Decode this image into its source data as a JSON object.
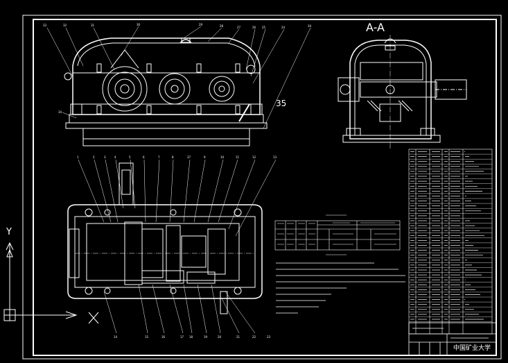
{
  "drawing": {
    "section_title": "A-A",
    "section_marker": "35",
    "ucs_x": "X",
    "ucs_y": "Y",
    "front_view_callouts": [
      "33",
      "32",
      "31",
      "30",
      "29",
      "28",
      "27",
      "26",
      "25",
      "24",
      "34"
    ],
    "plan_view_callouts": [
      "1",
      "2",
      "3",
      "4",
      "5",
      "6",
      "7",
      "8",
      "37",
      "9",
      "10",
      "11",
      "12",
      "13",
      "14",
      "15",
      "16",
      "17",
      "18",
      "19",
      "20",
      "21",
      "22",
      "23"
    ],
    "title_block": {
      "school": "中国矿业大学"
    },
    "colors": {
      "background": "#000000",
      "lines": "#ffffff",
      "axis": "#ffffff"
    }
  }
}
